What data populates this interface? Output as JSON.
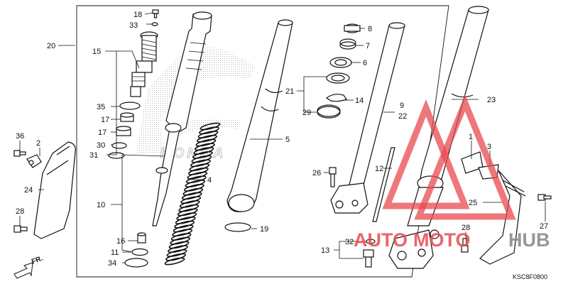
{
  "callouts": {
    "c1": "1",
    "c2": "2",
    "c3": "3",
    "c4": "4",
    "c5": "5",
    "c6": "6",
    "c7": "7",
    "c8": "8",
    "c9": "9",
    "c10": "10",
    "c11": "11",
    "c12": "12",
    "c13": "13",
    "c14": "14",
    "c15": "15",
    "c16": "16",
    "c17a": "17",
    "c17b": "17",
    "c18": "18",
    "c19": "19",
    "c20": "20",
    "c21": "21",
    "c22": "22",
    "c23": "23",
    "c24": "24",
    "c25": "25",
    "c26": "26",
    "c27": "27",
    "c28a": "28",
    "c28b": "28",
    "c29": "29",
    "c30": "30",
    "c31": "31",
    "c32": "32",
    "c33": "33",
    "c34": "34",
    "c35": "35",
    "c36": "36"
  },
  "direction_label": "FR.",
  "diagram_code": "KSC8F0800",
  "watermark": {
    "word_a": "AUTO",
    "word_b": "MOTO",
    "word_c": "HUB",
    "color_red": "#e8494f",
    "color_gray": "#8c8c8c"
  },
  "emblem_text": "HONDA"
}
